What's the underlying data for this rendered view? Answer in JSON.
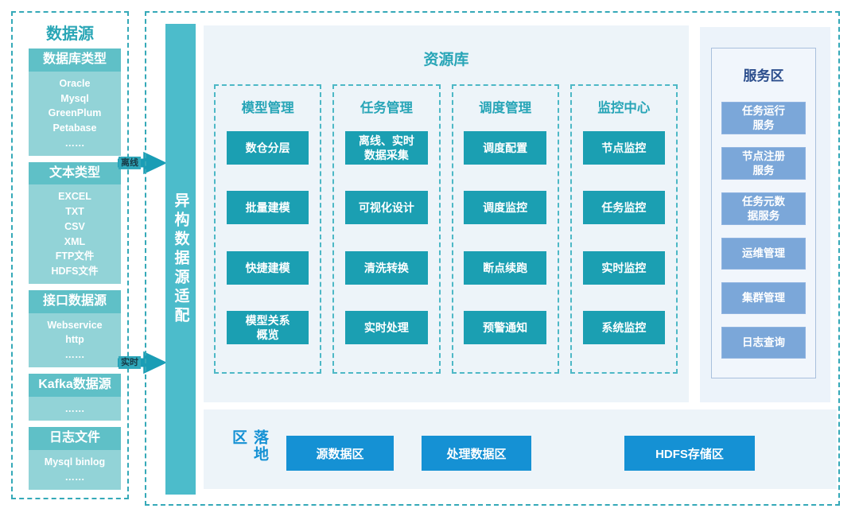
{
  "diagram": {
    "data_sources": {
      "title": "数据源",
      "groups": [
        {
          "header": "数据库类型",
          "items": [
            "Oracle",
            "Mysql",
            "GreenPlum",
            "Petabase",
            "……"
          ]
        },
        {
          "header": "文本类型",
          "items": [
            "EXCEL",
            "TXT",
            "CSV",
            "XML",
            "FTP文件",
            "HDFS文件"
          ]
        },
        {
          "header": "接口数据源",
          "items": [
            "Webservice",
            "http",
            "……"
          ]
        },
        {
          "header": "Kafka数据源",
          "items": [
            "……"
          ]
        },
        {
          "header": "日志文件",
          "items": [
            "Mysql binlog",
            "……"
          ]
        }
      ]
    },
    "arrows": {
      "offline_label": "离线",
      "realtime_label": "实时"
    },
    "adapter_label": "异构数据源适配",
    "resource": {
      "title": "资源库",
      "columns": [
        {
          "header": "模型管理",
          "items": [
            "数仓分层",
            "批量建模",
            "快捷建模",
            "模型关系\n概览"
          ]
        },
        {
          "header": "任务管理",
          "items": [
            "离线、实时\n数据采集",
            "可视化设计",
            "清洗转换",
            "实时处理"
          ]
        },
        {
          "header": "调度管理",
          "items": [
            "调度配置",
            "调度监控",
            "断点续跑",
            "预警通知"
          ]
        },
        {
          "header": "监控中心",
          "items": [
            "节点监控",
            "任务监控",
            "实时监控",
            "系统监控"
          ]
        }
      ]
    },
    "services": {
      "title": "服务区",
      "items": [
        "任务运行\n服务",
        "节点注册\n服务",
        "任务元数\n据服务",
        "运维管理",
        "集群管理",
        "日志查询"
      ]
    },
    "landing": {
      "label": "落地区",
      "items": [
        "源数据区",
        "处理数据区",
        "HDFS存储区"
      ]
    },
    "colors": {
      "teal_border": "#35a9b8",
      "teal_header": "#5fc0c7",
      "teal_body": "#92d3d7",
      "teal_bar": "#4cbccb",
      "teal_box": "#1b9fb2",
      "teal_text": "#28a5b7",
      "panel_bg": "#edf4f9",
      "service_blue": "#7ba7d9",
      "service_title": "#2b4d8c",
      "landing_blue": "#1591d4"
    }
  }
}
